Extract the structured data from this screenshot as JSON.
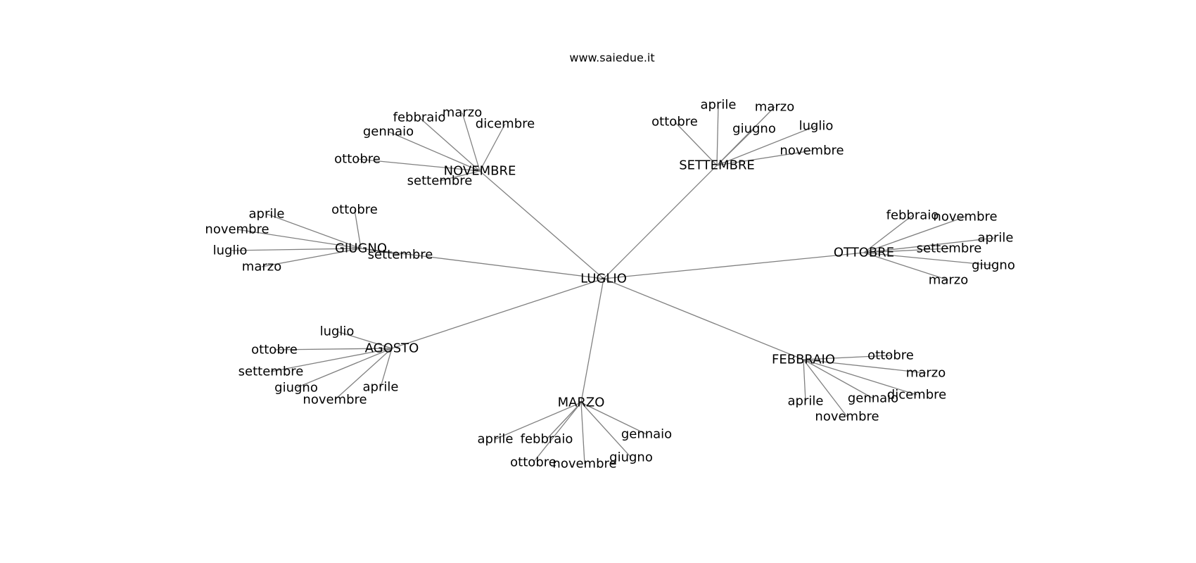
{
  "site_label": "www.saiedue.it",
  "graph": {
    "root": "LUGLIO",
    "hubs": [
      {
        "name": "NOVEMBRE",
        "leaves": [
          "febbraio",
          "marzo",
          "dicembre",
          "gennaio",
          "ottobre",
          "settembre"
        ]
      },
      {
        "name": "SETTEMBRE",
        "leaves": [
          "aprile",
          "marzo",
          "ottobre",
          "giugno",
          "luglio",
          "novembre"
        ]
      },
      {
        "name": "GIUGNO",
        "leaves": [
          "aprile",
          "ottobre",
          "novembre",
          "luglio",
          "settembre",
          "marzo"
        ]
      },
      {
        "name": "OTTOBRE",
        "leaves": [
          "febbraio",
          "novembre",
          "aprile",
          "settembre",
          "giugno",
          "marzo"
        ]
      },
      {
        "name": "AGOSTO",
        "leaves": [
          "luglio",
          "ottobre",
          "settembre",
          "giugno",
          "aprile",
          "novembre"
        ]
      },
      {
        "name": "FEBBRAIO",
        "leaves": [
          "ottobre",
          "marzo",
          "dicembre",
          "gennaio",
          "aprile",
          "novembre"
        ]
      },
      {
        "name": "MARZO",
        "leaves": [
          "gennaio",
          "aprile",
          "febbraio",
          "giugno",
          "ottobre",
          "novembre"
        ]
      }
    ]
  }
}
